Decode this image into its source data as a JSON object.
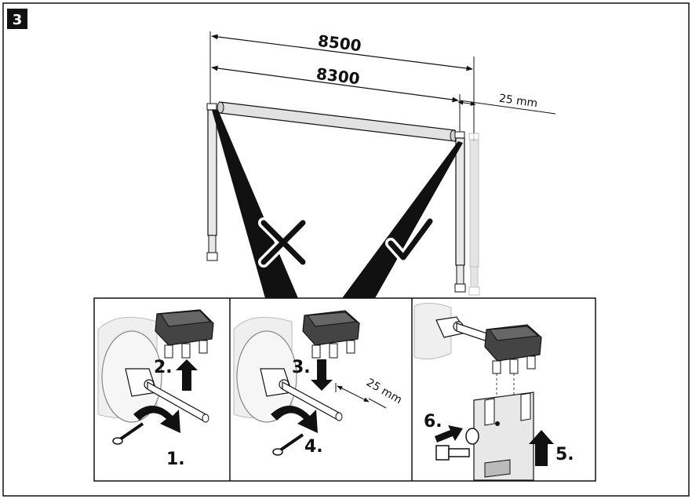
{
  "step_badge": "3",
  "dimensions": {
    "outer": "8500",
    "inner": "8300",
    "offset": "25 mm"
  },
  "panels": {
    "left": {
      "step_up": "2.",
      "step_screw": "1."
    },
    "middle": {
      "step_down": "3.",
      "step_screw": "4.",
      "offset": "25 mm"
    },
    "right": {
      "step_push": "6.",
      "step_lift": "5."
    }
  },
  "colors": {
    "frame": "#111111",
    "dark": "#1a1a1a",
    "pole_fill": "#e8e8e8",
    "ghost_pole": "#cfcfcf",
    "panel_bg": "#f4f4f4",
    "white": "#ffffff"
  }
}
